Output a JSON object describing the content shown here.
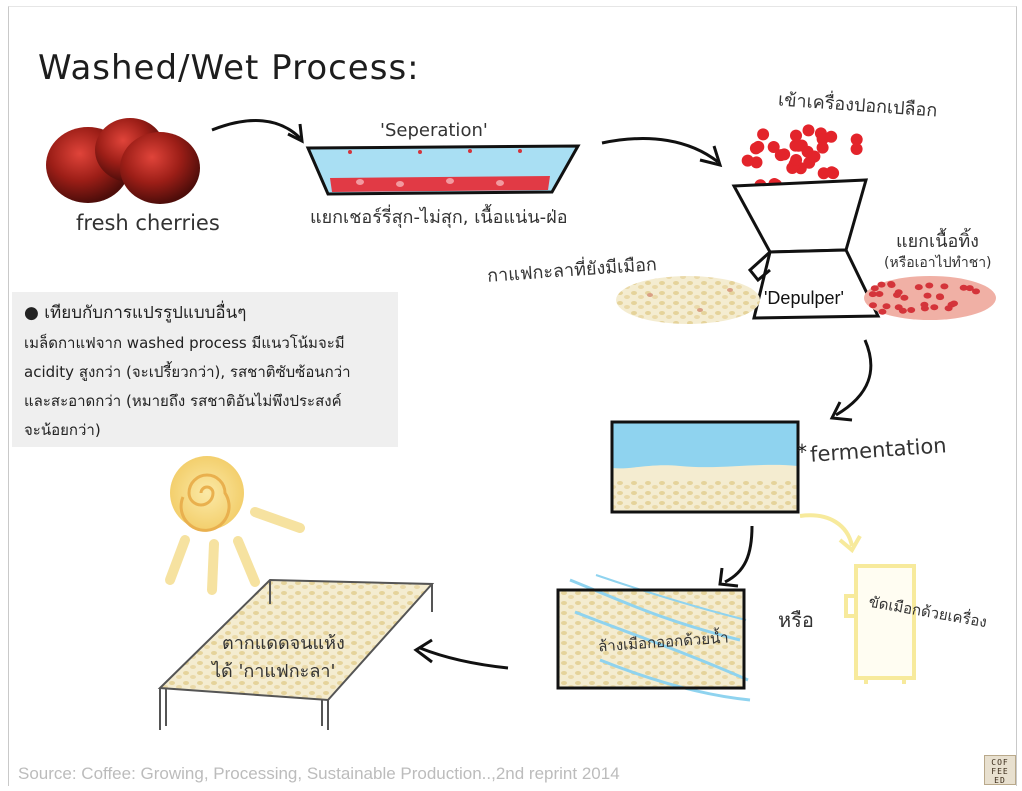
{
  "title": "Washed/Wet Process:",
  "labels": {
    "cherries": "fresh cherries",
    "separation": "'Seperation'",
    "separation_note": "แยกเชอร์รี่สุก-ไม่สุก, เนื้อแน่น-ฝ่อ",
    "depulper_in": "เข้าเครื่องปอกเปลือก",
    "depulper": "'Depulper'",
    "parchment_out": "กาแฟกะลาที่ยังมีเมือก",
    "pulp_out": "แยกเนื้อทิ้ง",
    "pulp_out_note": "(หรือเอาไปทำชา)",
    "fermentation": "fermentation",
    "wash": "ล้างเมือกออกด้วยน้ำ",
    "or": "หรือ",
    "machine": "ขัดเมือกด้วยเครื่อง",
    "dry_line1": "ตากแดดจนแห้ง",
    "dry_line2": "ได้ 'กาแฟกะลา'"
  },
  "note": {
    "bullet": "● เทียบกับการแปรรูปแบบอื่นๆ",
    "line1": "เมล็ดกาแฟจาก washed process มีแนวโน้มจะมี",
    "line2": "acidity สูงกว่า (จะเปรี้ยวกว่า), รสชาติซับซ้อนกว่า",
    "line3": "และสะอาดกว่า (หมายถึง รสชาติอันไม่พึงประสงค์",
    "line4": "จะน้อยกว่า)"
  },
  "source": "Source: Coffee: Growing, Processing, Sustainable Production..,2nd reprint 2014",
  "logo": {
    "row1": "COF",
    "row2": "FEE",
    "row3": "ED"
  },
  "colors": {
    "cherry": "#8e1a14",
    "cherry_red": "#e3242b",
    "water": "#8fd3ef",
    "parchment": "#efe3bd",
    "sun": "#f6d77b",
    "machine": "#f7ea9c",
    "note_bg": "#efefef"
  }
}
